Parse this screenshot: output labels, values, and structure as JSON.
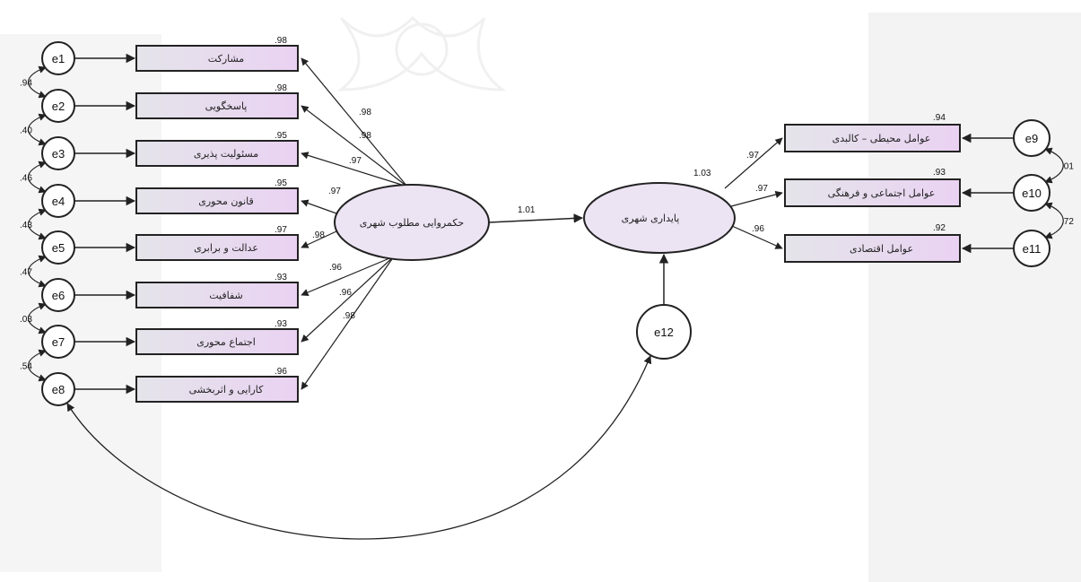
{
  "latent": {
    "governance": {
      "label": "حکمروایی مطلوب شهری",
      "variance": ""
    },
    "sustainability": {
      "label": "پایداری شهری",
      "r2": "1.03"
    },
    "structural_path": "1.01",
    "e12": "e12"
  },
  "left_indicators": [
    {
      "label": "مشارکت",
      "r2": ".98",
      "loading": ".98",
      "error": "e1"
    },
    {
      "label": "پاسخگویی",
      "r2": ".98",
      "loading": ".98",
      "error": "e2"
    },
    {
      "label": "مسئولیت پذیری",
      "r2": ".95",
      "loading": ".97",
      "error": "e3"
    },
    {
      "label": "قانون محوری",
      "r2": ".95",
      "loading": ".97",
      "error": "e4"
    },
    {
      "label": "عدالت و برابری",
      "r2": ".97",
      "loading": ".98",
      "error": "e5"
    },
    {
      "label": "شفافیت",
      "r2": ".93",
      "loading": ".96",
      "error": "e6"
    },
    {
      "label": "اجتماع محوری",
      "r2": ".93",
      "loading": ".96",
      "error": "e7"
    },
    {
      "label": "کارایی و اثربخشی",
      "r2": ".96",
      "loading": ".98",
      "error": "e8"
    }
  ],
  "left_covariances": [
    ".94",
    ".40",
    ".46",
    ".43",
    ".47",
    ".03",
    ".54"
  ],
  "right_indicators": [
    {
      "label": "عوامل محیطی – کالبدی",
      "r2": ".94",
      "loading": ".97",
      "error": "e9"
    },
    {
      "label": "عوامل اجتماعی و فرهنگی",
      "r2": ".93",
      "loading": ".97",
      "error": "e10"
    },
    {
      "label": "عوامل اقتصادی",
      "r2": ".92",
      "loading": ".96",
      "error": "e11"
    }
  ],
  "right_covariances": [
    ".01",
    ".72"
  ],
  "colors": {
    "box_fill_start": "#e6e6ea",
    "box_fill_end": "#e8d3f0",
    "ellipse_fill": "#ece4f2",
    "stroke": "#222222",
    "right_panel": "#f3f3f3",
    "left_panel": "#f4f4f4"
  }
}
